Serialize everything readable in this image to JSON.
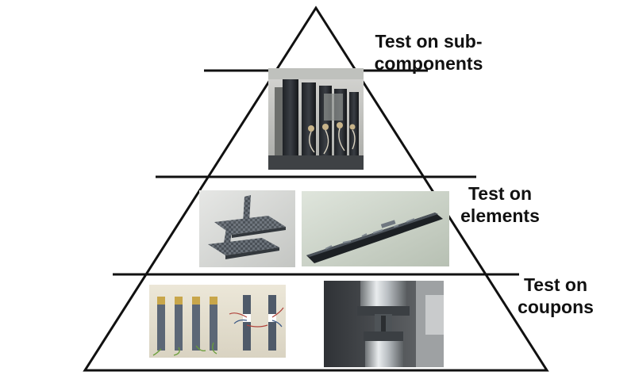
{
  "tiers": [
    {
      "id": "sub-components",
      "label_lines": [
        "Test on sub-",
        "components"
      ]
    },
    {
      "id": "elements",
      "label_lines": [
        "Test on",
        "elements"
      ]
    },
    {
      "id": "coupons",
      "label_lines": [
        "Test on",
        "coupons"
      ]
    }
  ],
  "colors": {
    "outline": "#111111",
    "background": "#ffffff"
  }
}
